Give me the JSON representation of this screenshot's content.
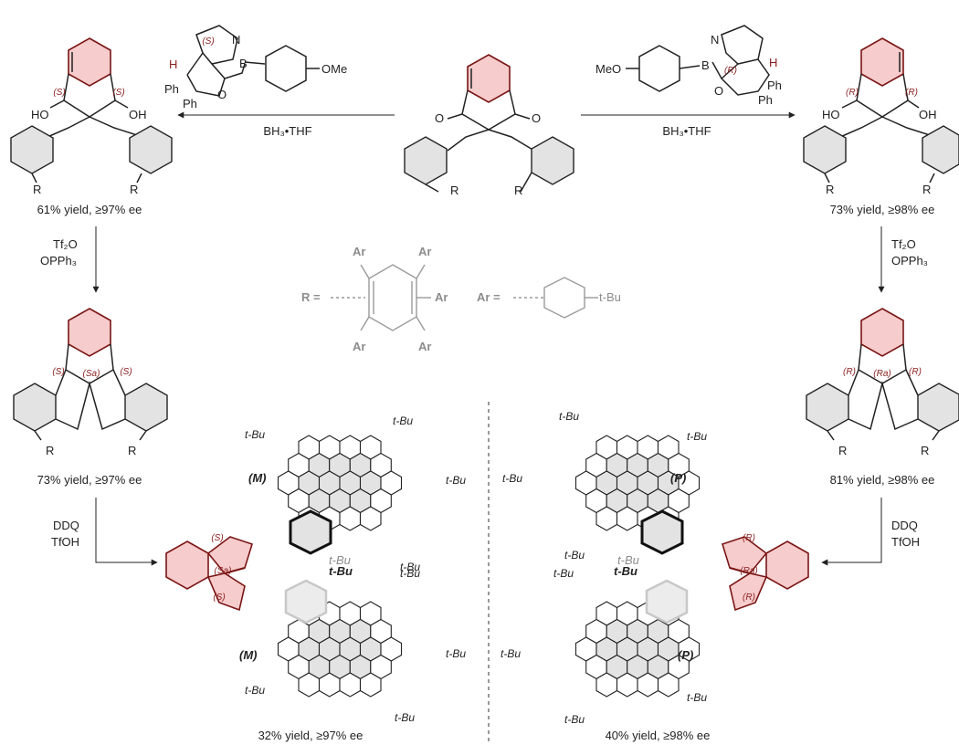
{
  "reagents": {
    "top_left": {
      "condition": "BH₃•THF",
      "cbs_sub": "OMe",
      "ph1": "Ph",
      "ph2": "Ph",
      "n": "N",
      "b": "B",
      "o": "O",
      "h": "H",
      "stereo": "(S)"
    },
    "top_right": {
      "condition": "BH₃•THF",
      "cbs_sub": "MeO",
      "ph1": "Ph",
      "ph2": "Ph",
      "n": "N",
      "b": "B",
      "o": "O",
      "h": "H",
      "stereo": "(R)"
    },
    "left_1_2": {
      "line1": "Tf₂O",
      "line2": "OPPh₃"
    },
    "right_1_2": {
      "line1": "Tf₂O",
      "line2": "OPPh₃"
    },
    "left_2_3": {
      "line1": "DDQ",
      "line2": "TfOH"
    },
    "right_2_3": {
      "line1": "DDQ",
      "line2": "TfOH"
    }
  },
  "yields": {
    "left_diol": "61% yield, ≥97% ee",
    "right_diol": "73% yield, ≥98% ee",
    "left_spiro": "73% yield, ≥97% ee",
    "right_spiro": "81% yield, ≥98% ee",
    "left_final": "32% yield, ≥97% ee",
    "right_final": "40% yield, ≥98% ee"
  },
  "legend": {
    "r_label": "R =",
    "ar": "Ar",
    "ar_label": "Ar =",
    "tbu": "t-Bu"
  },
  "labels": {
    "r": "R",
    "ho": "HO",
    "oh": "OH",
    "o": "O",
    "s": "(S)",
    "rr": "(R)",
    "sa": "(Sa)",
    "ra": "(Ra)",
    "m": "(M)",
    "p": "(P)",
    "tbu": "t-Bu"
  },
  "colors": {
    "highlight_ring": "#f6cccc",
    "stereo_text": "#8a1e1e",
    "grey_ring": "#e3e3e3"
  }
}
